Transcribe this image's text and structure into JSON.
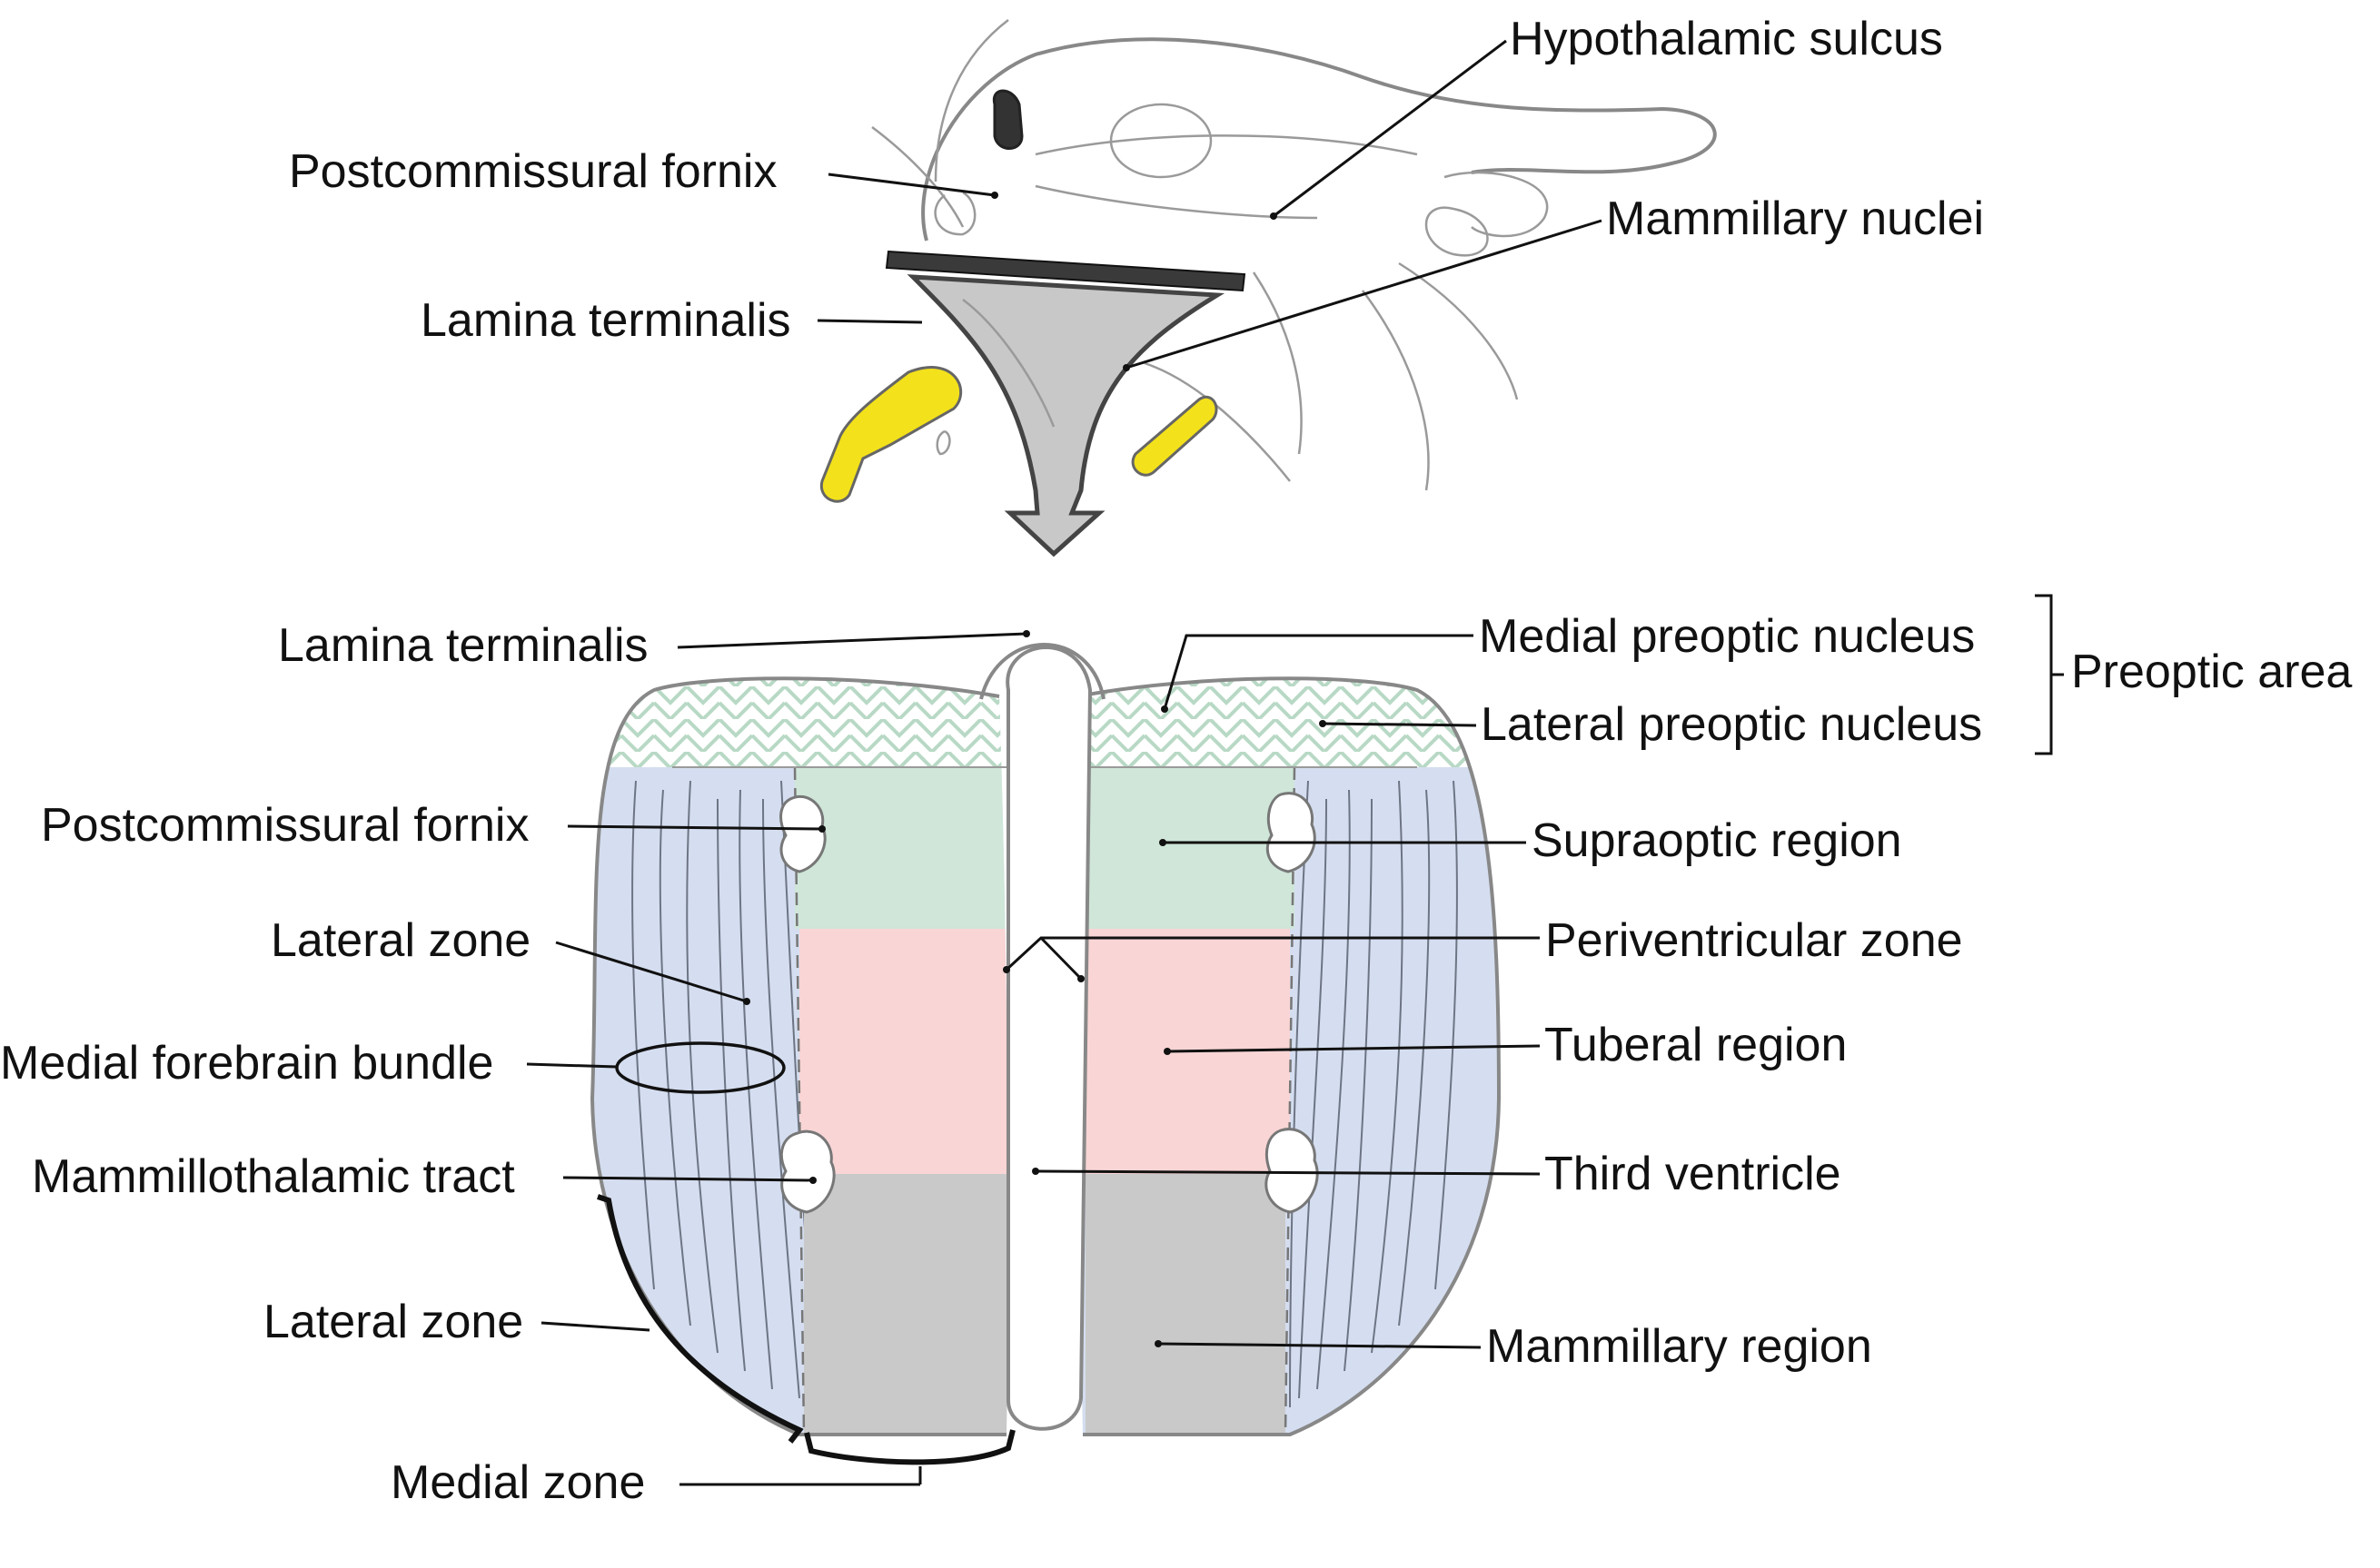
{
  "colors": {
    "lateral_zone": "#d5def0",
    "supraoptic": "#cfe6d9",
    "tuberal": "#f9d5d5",
    "mammillary": "#c9c9c9",
    "preoptic_hatch": "#b8d9c5",
    "optic_structures": "#f3e11b",
    "arrow": "#c8c8c8",
    "outline": "#888888"
  },
  "icons": {
    "section_arrow": "down-arrow-icon",
    "cut_plane": "section-plane-bar"
  },
  "sagittal_view": {
    "labels": {
      "hypothalamic_sulcus": "Hypothalamic sulcus",
      "postcommissural_fornix": "Postcommissural fornix",
      "mammillary_nuclei": "Mammillary nuclei",
      "lamina_terminalis": "Lamina terminalis"
    }
  },
  "horizontal_section": {
    "left_labels": {
      "lamina_terminalis": "Lamina terminalis",
      "postcommissural_fornix": "Postcommissural fornix",
      "lateral_zone_upper": "Lateral zone",
      "medial_forebrain_bundle": "Medial forebrain bundle",
      "mammillothalamic_tract": "Mammillothalamic tract",
      "lateral_zone_lower": "Lateral zone",
      "medial_zone": "Medial zone"
    },
    "right_labels": {
      "medial_preoptic_nucleus": "Medial preoptic nucleus",
      "lateral_preoptic_nucleus": "Lateral preoptic nucleus",
      "preoptic_area": "Preoptic area",
      "supraoptic_region": "Supraoptic region",
      "periventricular_zone": "Periventricular zone",
      "tuberal_region": "Tuberal region",
      "third_ventricle": "Third ventricle",
      "mammillary_region": "Mammillary region"
    }
  }
}
